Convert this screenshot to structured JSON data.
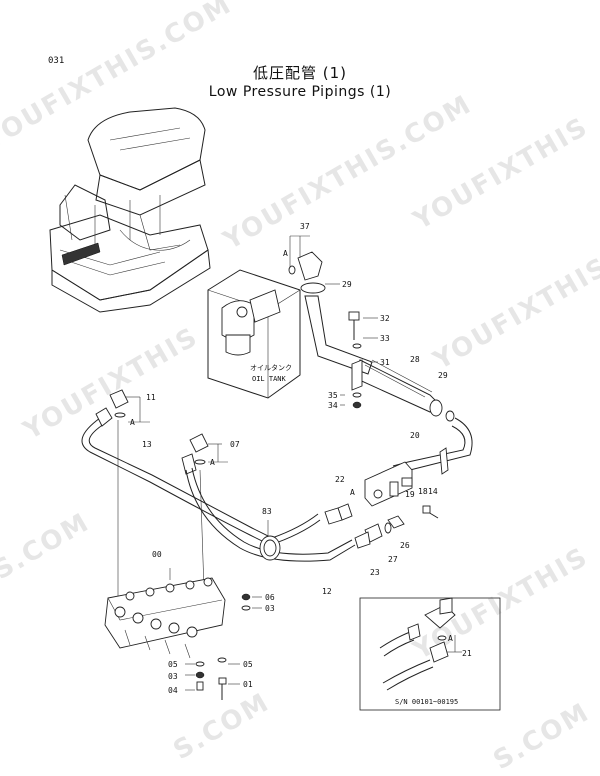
{
  "header": {
    "page_number": "031",
    "title_jp": "低圧配管 (1)",
    "title_en": "Low Pressure Pipings (1)"
  },
  "watermarks": [
    "YOUFIXTHIS.COM",
    "YOUFIXTHIS.COM",
    "YOUFIXTHIS",
    "YOUFIXTHIS.COM",
    "YOUFIXTHIS",
    "S.COM",
    "YOUFIXTHIS",
    "S.COM",
    "S.COM"
  ],
  "tank": {
    "label_jp": "オイルタンク",
    "label_en": "OIL TANK"
  },
  "callouts": {
    "c37": "37",
    "c29": "29",
    "c32": "32",
    "c33": "33",
    "c31": "31",
    "c28": "28",
    "c29b": "29",
    "c35": "35",
    "c34": "34",
    "c11": "11",
    "cA1": "A",
    "c13": "13",
    "c07": "07",
    "cA2": "A",
    "c20": "20",
    "c22": "22",
    "cA3": "A",
    "c19": "19",
    "c18": "18",
    "c14": "14",
    "c83": "83",
    "c26": "26",
    "c27": "27",
    "c23": "23",
    "c12": "12",
    "c00": "00",
    "c06": "06",
    "c03": "03",
    "c05a": "05",
    "c05b": "05",
    "c03b": "03",
    "c01": "01",
    "c04": "04",
    "c21": "21",
    "cA4": "A",
    "cA5": "A"
  },
  "inset": {
    "serial": "S/N  00101~00195"
  }
}
